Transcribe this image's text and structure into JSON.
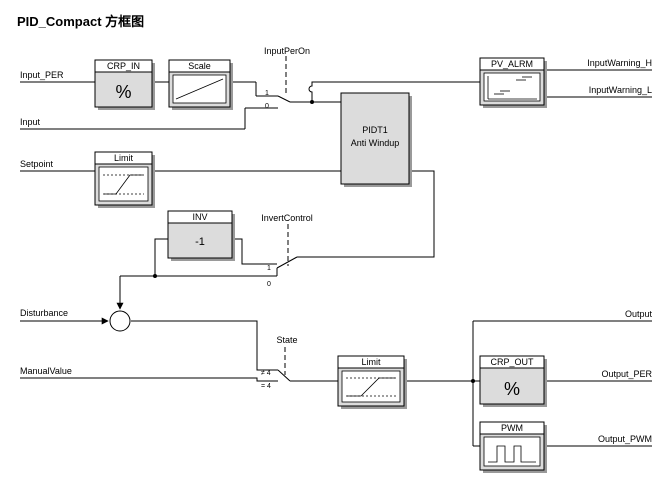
{
  "title": "PID_Compact 方框图",
  "inputs": {
    "input_per": "Input_PER",
    "input": "Input",
    "setpoint": "Setpoint",
    "disturbance": "Disturbance",
    "manual_value": "ManualValue"
  },
  "outputs": {
    "input_warning_h": "InputWarning_H",
    "input_warning_l": "InputWarning_L",
    "output": "Output",
    "output_per": "Output_PER",
    "output_pwm": "Output_PWM"
  },
  "blocks": {
    "crp_in": {
      "title": "CRP_IN",
      "symbol": "%"
    },
    "scale": {
      "title": "Scale"
    },
    "pv_alrm": {
      "title": "PV_ALRM"
    },
    "pidt1": {
      "line1": "PIDT1",
      "line2": "Anti Windup"
    },
    "limit_setpoint": {
      "title": "Limit"
    },
    "inv": {
      "title": "INV",
      "value": "-1"
    },
    "limit_output": {
      "title": "Limit"
    },
    "crp_out": {
      "title": "CRP_OUT",
      "symbol": "%"
    },
    "pwm": {
      "title": "PWM"
    }
  },
  "switches": {
    "input_per_on": {
      "label": "InputPerOn",
      "pos1": "1",
      "pos0": "0"
    },
    "invert_control": {
      "label": "InvertControl",
      "pos1": "1",
      "pos0": "0"
    },
    "state": {
      "label": "State",
      "pos_ne": "≠ 4",
      "pos_eq": "= 4"
    }
  }
}
